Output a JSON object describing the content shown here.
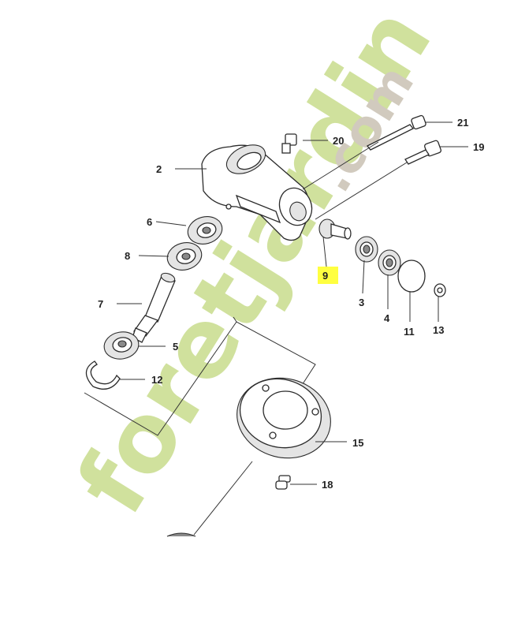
{
  "watermark": {
    "text": "foretjardin.com",
    "color_green": "#c8dc8c",
    "color_orange": "#f5c98a",
    "color_grey": "#c9c1b3"
  },
  "highlight": {
    "part": "9",
    "color": "#ffff40"
  },
  "labels": {
    "p2": "2",
    "p3": "3",
    "p4": "4",
    "p5": "5",
    "p6": "6",
    "p7": "7",
    "p8": "8",
    "p9": "9",
    "p11": "11",
    "p12": "12",
    "p13": "13",
    "p15": "15",
    "p18": "18",
    "p19": "19",
    "p20": "20",
    "p21": "21"
  }
}
